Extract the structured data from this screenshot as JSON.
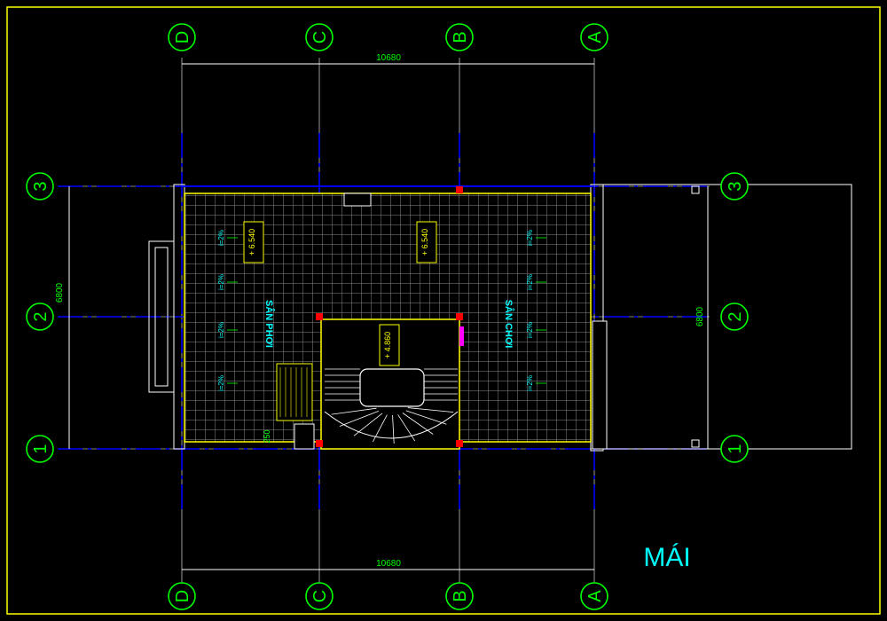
{
  "drawing": {
    "title": "MÁI",
    "colors": {
      "background": "#000000",
      "frame": "#ffff00",
      "axis_line": "#0000ff",
      "bubble": "#00ff00",
      "dimension": "#00ff00",
      "outline": "#ffffff",
      "grid_tile": "#8a8a8a",
      "room_label": "#00ffff",
      "column": "#ff0000",
      "accent": "#ff00ff",
      "title": "#00ffff"
    },
    "axes_top": [
      "D",
      "C",
      "B",
      "A"
    ],
    "axes_bottom": [
      "D",
      "C",
      "B",
      "A"
    ],
    "axes_left": [
      "3",
      "2",
      "1"
    ],
    "axes_right": [
      "3",
      "2",
      "1"
    ],
    "dimensions": {
      "top": "10680",
      "bottom": "10680",
      "left": "6800",
      "right": "6800"
    },
    "room_labels": {
      "left": "SÂN PHƠI",
      "right": "SÂN CHƠI"
    },
    "level_tags": {
      "left": "+ 6.540",
      "middle": "+ 6.540",
      "center": "+ 4.860"
    },
    "drain_tags": [
      "i=2%",
      "i=2%",
      "i=2%",
      "i=2%",
      "i=2%",
      "i=2%",
      "i=2%",
      "i=2%"
    ],
    "small_dim": "250"
  }
}
